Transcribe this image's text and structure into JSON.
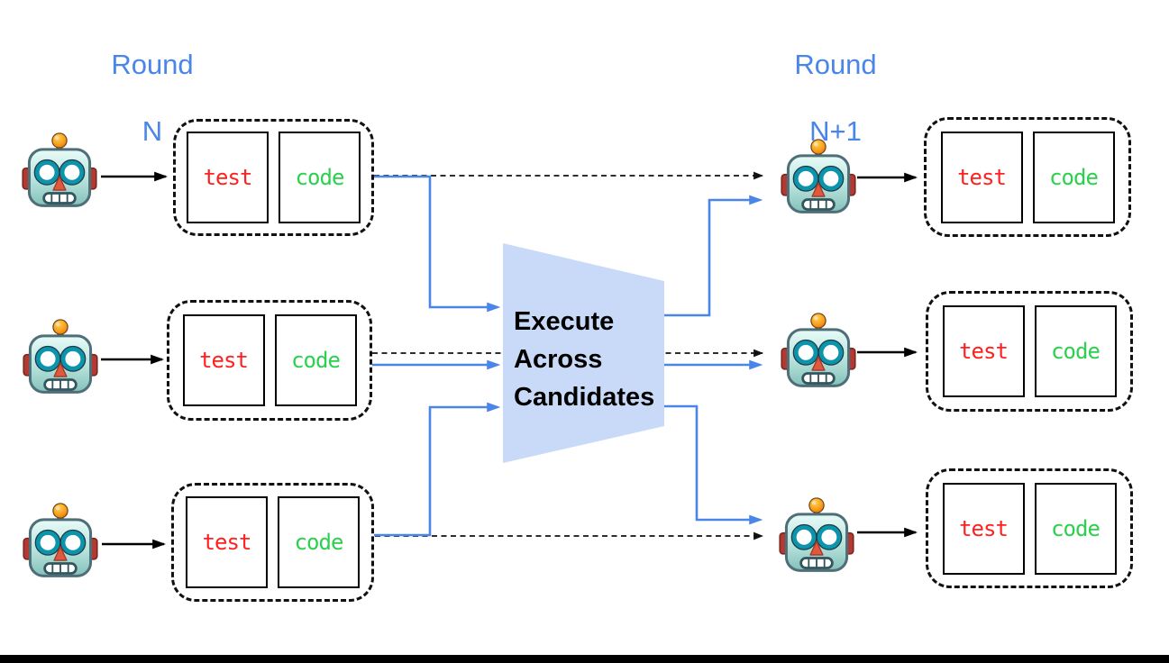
{
  "headers": {
    "round_left": {
      "line1": "Round",
      "line2": "N"
    },
    "round_right": {
      "line1": "Round",
      "line2": "N+1"
    }
  },
  "processor": {
    "line1": "Execute",
    "line2": "Across",
    "line3": "Candidates"
  },
  "rows_left": [
    {
      "test": "test",
      "code": "code"
    },
    {
      "test": "test",
      "code": "code"
    },
    {
      "test": "test",
      "code": "code"
    }
  ],
  "rows_right": [
    {
      "test": "test",
      "code": "code"
    },
    {
      "test": "test",
      "code": "code"
    },
    {
      "test": "test",
      "code": "code"
    }
  ],
  "icons": {
    "robot": "robot-icon"
  },
  "colors": {
    "round_blue": "#4a86e8",
    "arrow_blue": "#4a86e8",
    "processor_fill": "#c9daf8",
    "test_red": "#ff2020",
    "code_green": "#2bd14e",
    "arrow_black": "#000000",
    "bottom_bar": "#000000"
  }
}
